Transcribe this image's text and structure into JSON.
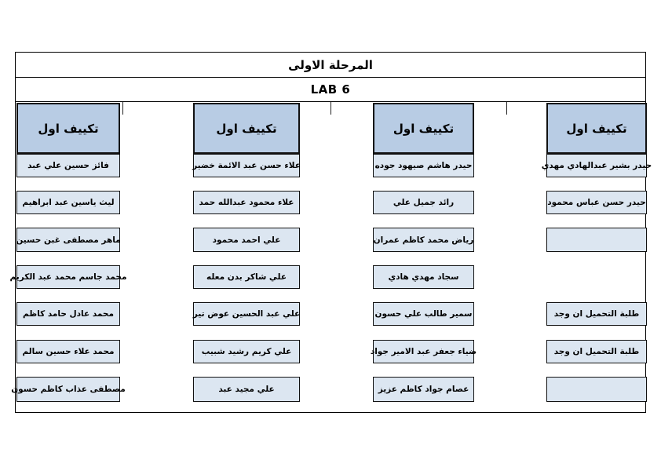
{
  "page": {
    "title": "المرحلة الاولى",
    "lab": "LAB 6"
  },
  "colors": {
    "header_fill": "#b8cce4",
    "cell_fill": "#dce6f1",
    "border": "#000000"
  },
  "columns": [
    {
      "header": "تكييف اول",
      "cells": [
        "فائز حسين علي عبد",
        "ليث ياسين عبد ابراهيم",
        "ماهر مصطفى غبن حسين",
        "محمد جاسم محمد عبد الكريم",
        "محمد عادل حامد كاظم",
        "محمد علاء حسين سالم",
        "مصطفى عذاب كاظم حسون"
      ]
    },
    {
      "header": "تكييف اول",
      "cells": [
        "علاء حسن عبد الائمة خضير",
        "علاء محمود عبدالله حمد",
        "علي احمد محمود",
        "علي شاكر بدن معله",
        "علي عبد الحسين عوض تير",
        "علي كريم رشيد شبيب",
        "علي مجيد عبد"
      ]
    },
    {
      "header": "تكييف اول",
      "cells": [
        "حيدر هاشم صيهود جوده",
        "رائد جميل علي",
        "رياض محمد كاظم عمران",
        "سجاد مهدي هادي",
        "سمير طالب علي حسون",
        "ضياء جعفر عبد الامير جواد",
        "عصام جواد كاظم عزيز"
      ]
    },
    {
      "header": "تكييف اول",
      "cells": [
        "حيدر بشير عبدالهادي مهدي",
        "حيدر حسن عباس محمود",
        "",
        null,
        "طلبة التحميل ان وجد",
        "طلبة التحميل ان وجد",
        ""
      ]
    }
  ]
}
